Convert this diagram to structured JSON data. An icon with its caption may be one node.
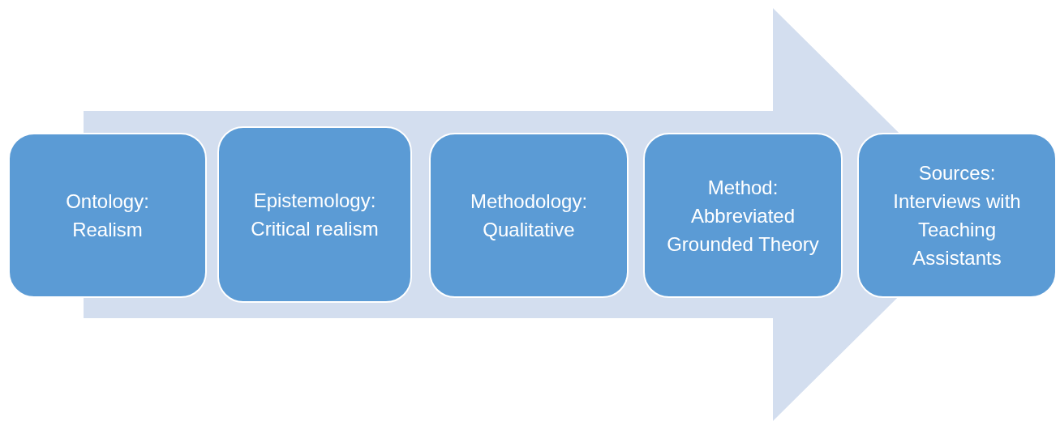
{
  "diagram": {
    "nodes": [
      {
        "text": [
          "Ontology:",
          "Realism"
        ]
      },
      {
        "text": [
          "Epistemology:",
          "Critical realism"
        ]
      },
      {
        "text": [
          "Methodology:",
          "Qualitative"
        ]
      },
      {
        "text": [
          "Method:",
          "Abbreviated Grounded Theory"
        ]
      },
      {
        "text": [
          "Sources:",
          "Interviews with Teaching Assistants"
        ]
      }
    ],
    "edges": [
      {
        "from": 0,
        "to": 4,
        "arrow": "to"
      }
    ]
  }
}
